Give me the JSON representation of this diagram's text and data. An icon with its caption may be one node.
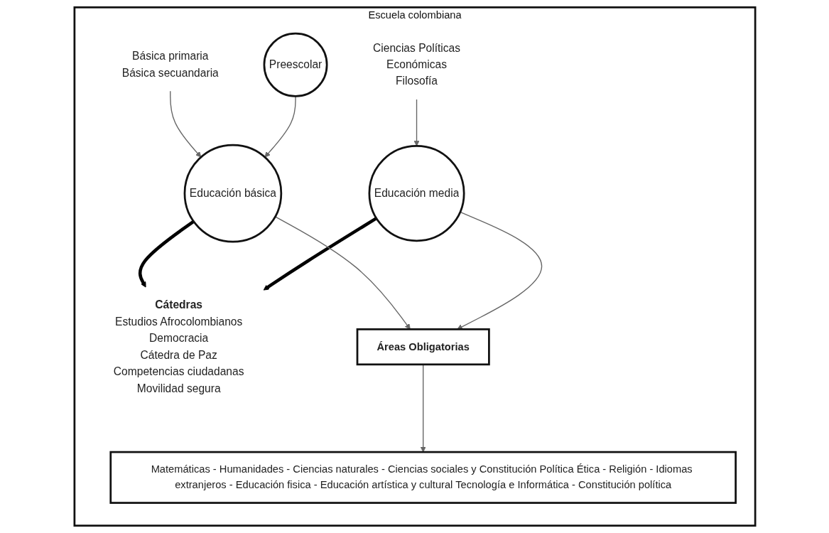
{
  "diagram": {
    "nodes": [
      {
        "text": [
          "Escuela colombiana"
        ]
      },
      {
        "text": [
          "Básica primaria",
          "Básica secuandaria"
        ],
        "in": 0
      },
      {
        "text": [
          "Preescolar"
        ],
        "in": 0
      },
      {
        "text": [
          "Educación básica"
        ],
        "in": 0
      },
      {
        "text": [
          "Cátedras",
          "Estudios Afrocolombianos",
          "Democracia",
          "Cátedra de Paz",
          "Competencias ciudadanas",
          "Movilidad segura"
        ],
        "in": 0
      },
      {
        "text": [
          "Ciencias Políticas",
          "Económicas",
          "Filosofía"
        ],
        "in": 0
      },
      {
        "text": [
          "Educación media"
        ],
        "in": 0
      },
      {
        "text": [
          "Áreas Obligatorias"
        ],
        "in": 0
      },
      {
        "text": [
          "Matemáticas - Humanidades - Ciencias naturales - Ciencias sociales y Constitución Política Ética - Religión - Idiomas extranjeros - Educación fisica - Educación artística y cultural Tecnología e Informática - Constitución política"
        ],
        "in": 0
      }
    ],
    "edges": [
      {
        "from": 1,
        "to": 3,
        "arrow": "to"
      },
      {
        "from": 2,
        "to": 3,
        "arrow": "to"
      },
      {
        "from": 3,
        "to": 4,
        "arrow": "to",
        "style": "thick",
        "color": "#000000"
      },
      {
        "from": 6,
        "to": 4,
        "arrow": "to",
        "style": "thick",
        "color": "#000000"
      },
      {
        "from": 5,
        "to": 6,
        "arrow": "to"
      },
      {
        "from": 3,
        "to": 7,
        "arrow": "to"
      },
      {
        "from": 6,
        "to": 7,
        "arrow": "to"
      },
      {
        "from": 7,
        "to": 8,
        "arrow": "to"
      }
    ]
  }
}
